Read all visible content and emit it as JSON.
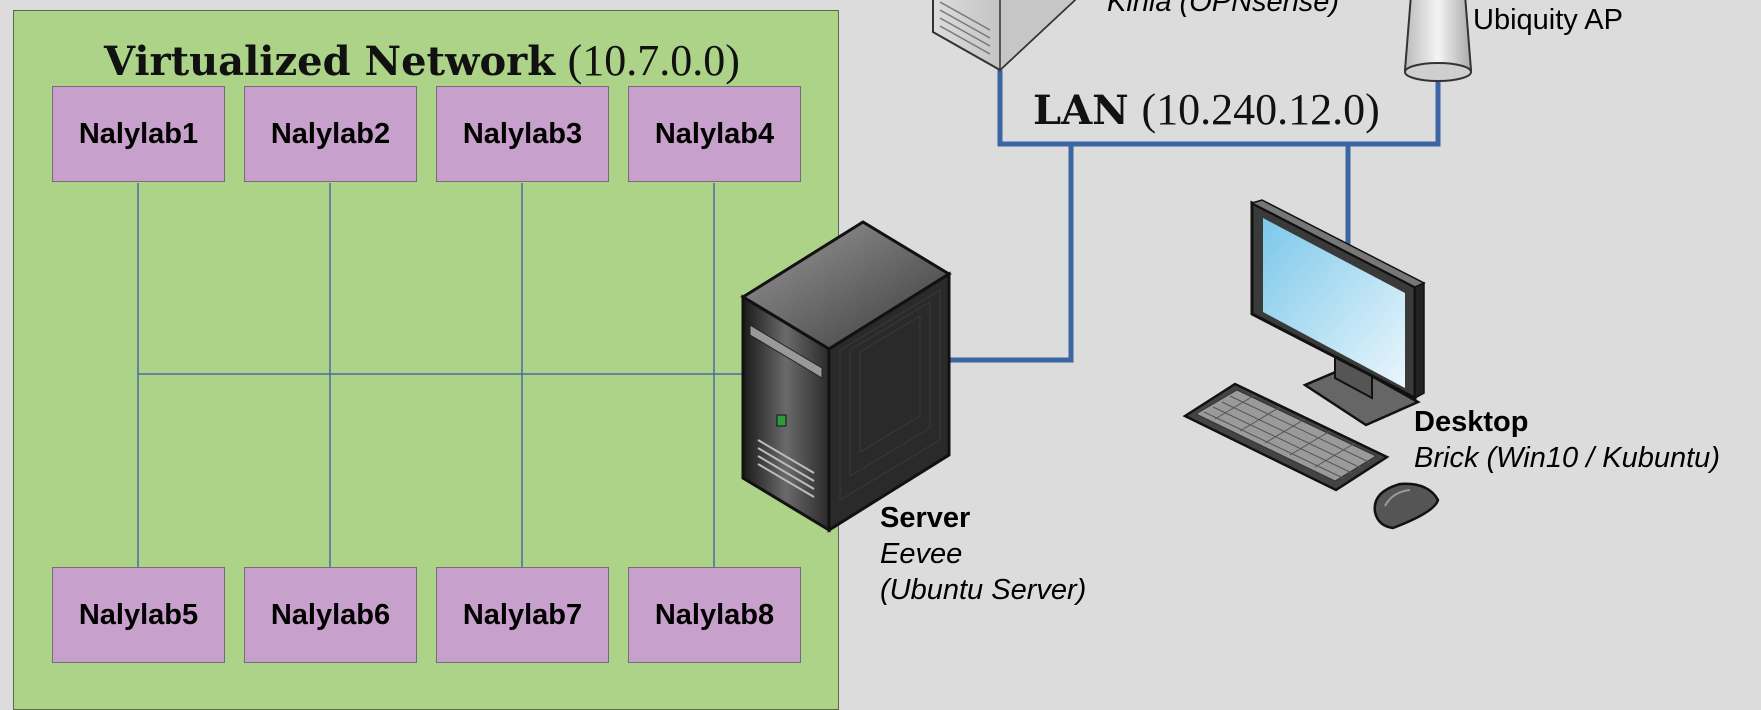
{
  "virtual_network": {
    "title": "Virtualized Network",
    "address": "(10.7.0.0)",
    "nodes": [
      "Nalylab1",
      "Nalylab2",
      "Nalylab3",
      "Nalylab4",
      "Nalylab5",
      "Nalylab6",
      "Nalylab7",
      "Nalylab8"
    ]
  },
  "lan": {
    "label": "LAN",
    "address": "(10.240.12.0)"
  },
  "router": {
    "caption": "Kinia (OPNsense)"
  },
  "access_point": {
    "caption": "Ubiquity AP"
  },
  "server": {
    "name": "Server",
    "host": "Eevee",
    "os": "(Ubuntu Server)"
  },
  "desktop": {
    "name": "Desktop",
    "host": "Brick (Win10 / Kubuntu)"
  },
  "colors": {
    "lan_link": "#3b66a3",
    "virtual_link": "#4a6aa8",
    "vnet_fill": "#acd388",
    "node_fill": "#c8a0cc",
    "background": "#dcdcdc"
  },
  "icons": [
    "router-icon",
    "access-point-icon",
    "server-tower-icon",
    "desktop-monitor-icon",
    "keyboard-icon",
    "mouse-icon"
  ]
}
